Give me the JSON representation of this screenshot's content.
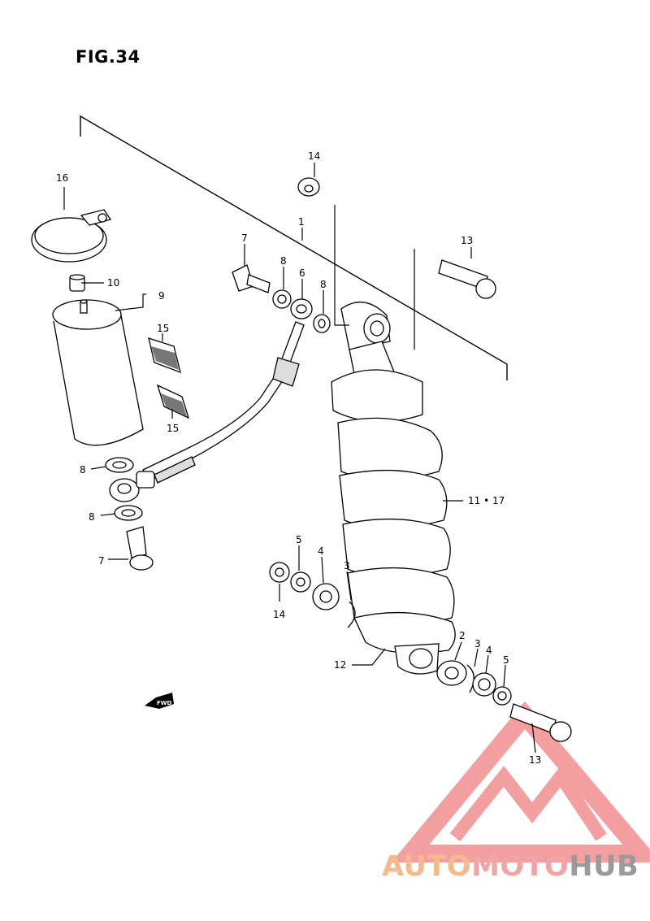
{
  "figure": {
    "title": "FIG.34"
  },
  "labels": {
    "l1": "1",
    "l2": "2",
    "l3a": "3",
    "l3b": "3",
    "l4a": "4",
    "l4b": "4",
    "l5a": "5",
    "l5b": "5",
    "l6": "6",
    "l7a": "7",
    "l7b": "7",
    "l8a": "8",
    "l8b": "8",
    "l8c": "8",
    "l8d": "8",
    "l9": "9",
    "l10": "10",
    "l11": "11 • 17",
    "l12": "12",
    "l13a": "13",
    "l13b": "13",
    "l14a": "14",
    "l14b": "14",
    "l15a": "15",
    "l15b": "15",
    "l16": "16"
  },
  "fwd_badge": "FWD",
  "watermark": {
    "part1": "AUTO",
    "part2": "MOTO",
    "part3": "HUB",
    "color_primary": "#f08080",
    "color_secondary": "#9a9a9a"
  }
}
